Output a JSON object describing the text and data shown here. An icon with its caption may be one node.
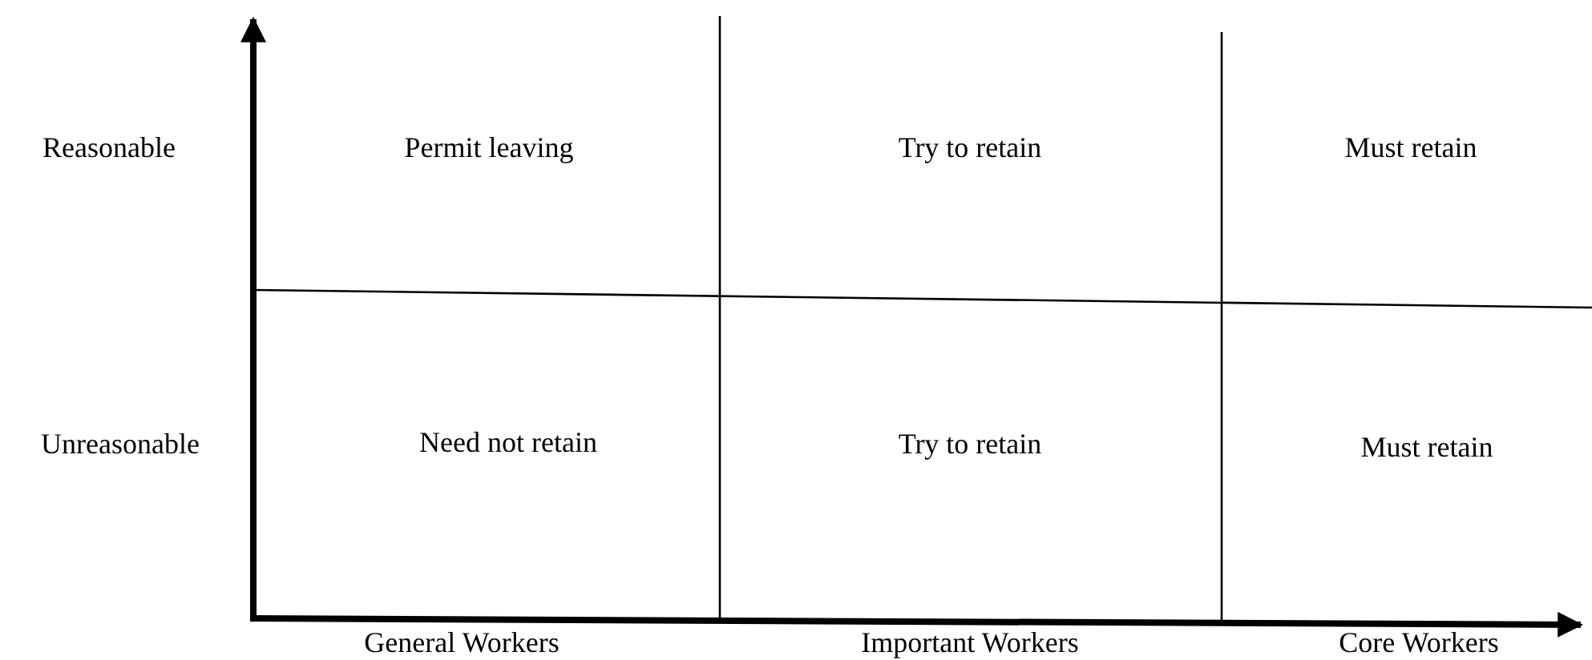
{
  "diagram": {
    "labels": [
      "Reasonable",
      "Permit leaving",
      "Try to retain",
      "Must retain",
      "Unreasonable",
      "Need not retain",
      "Try to retain",
      "Must retain",
      "General Workers",
      "Important Workers",
      "Core Workers"
    ]
  }
}
